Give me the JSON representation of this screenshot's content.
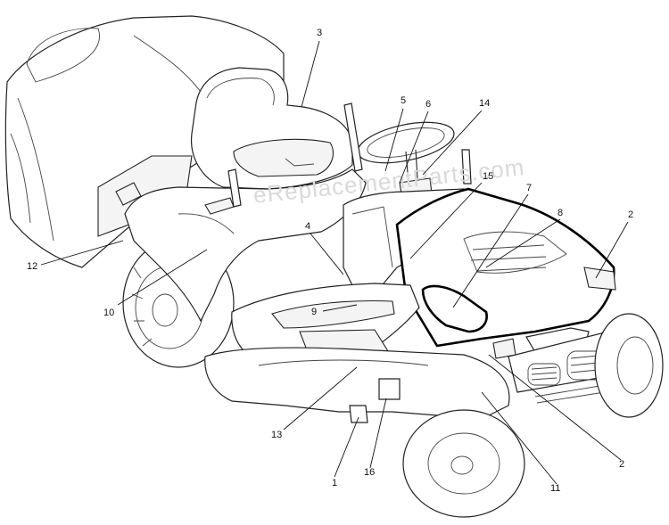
{
  "watermark": "eReplacementParts.com",
  "callouts": [
    {
      "id": "c1",
      "label": "1"
    },
    {
      "id": "c2a",
      "label": "2"
    },
    {
      "id": "c2b",
      "label": "2"
    },
    {
      "id": "c3",
      "label": "3"
    },
    {
      "id": "c4",
      "label": "4"
    },
    {
      "id": "c5",
      "label": "5"
    },
    {
      "id": "c6",
      "label": "6"
    },
    {
      "id": "c7",
      "label": "7"
    },
    {
      "id": "c8",
      "label": "8"
    },
    {
      "id": "c9",
      "label": "9"
    },
    {
      "id": "c10",
      "label": "10"
    },
    {
      "id": "c11",
      "label": "11"
    },
    {
      "id": "c12",
      "label": "12"
    },
    {
      "id": "c13",
      "label": "13"
    },
    {
      "id": "c14",
      "label": "14"
    },
    {
      "id": "c15",
      "label": "15"
    },
    {
      "id": "c16",
      "label": "16"
    }
  ]
}
